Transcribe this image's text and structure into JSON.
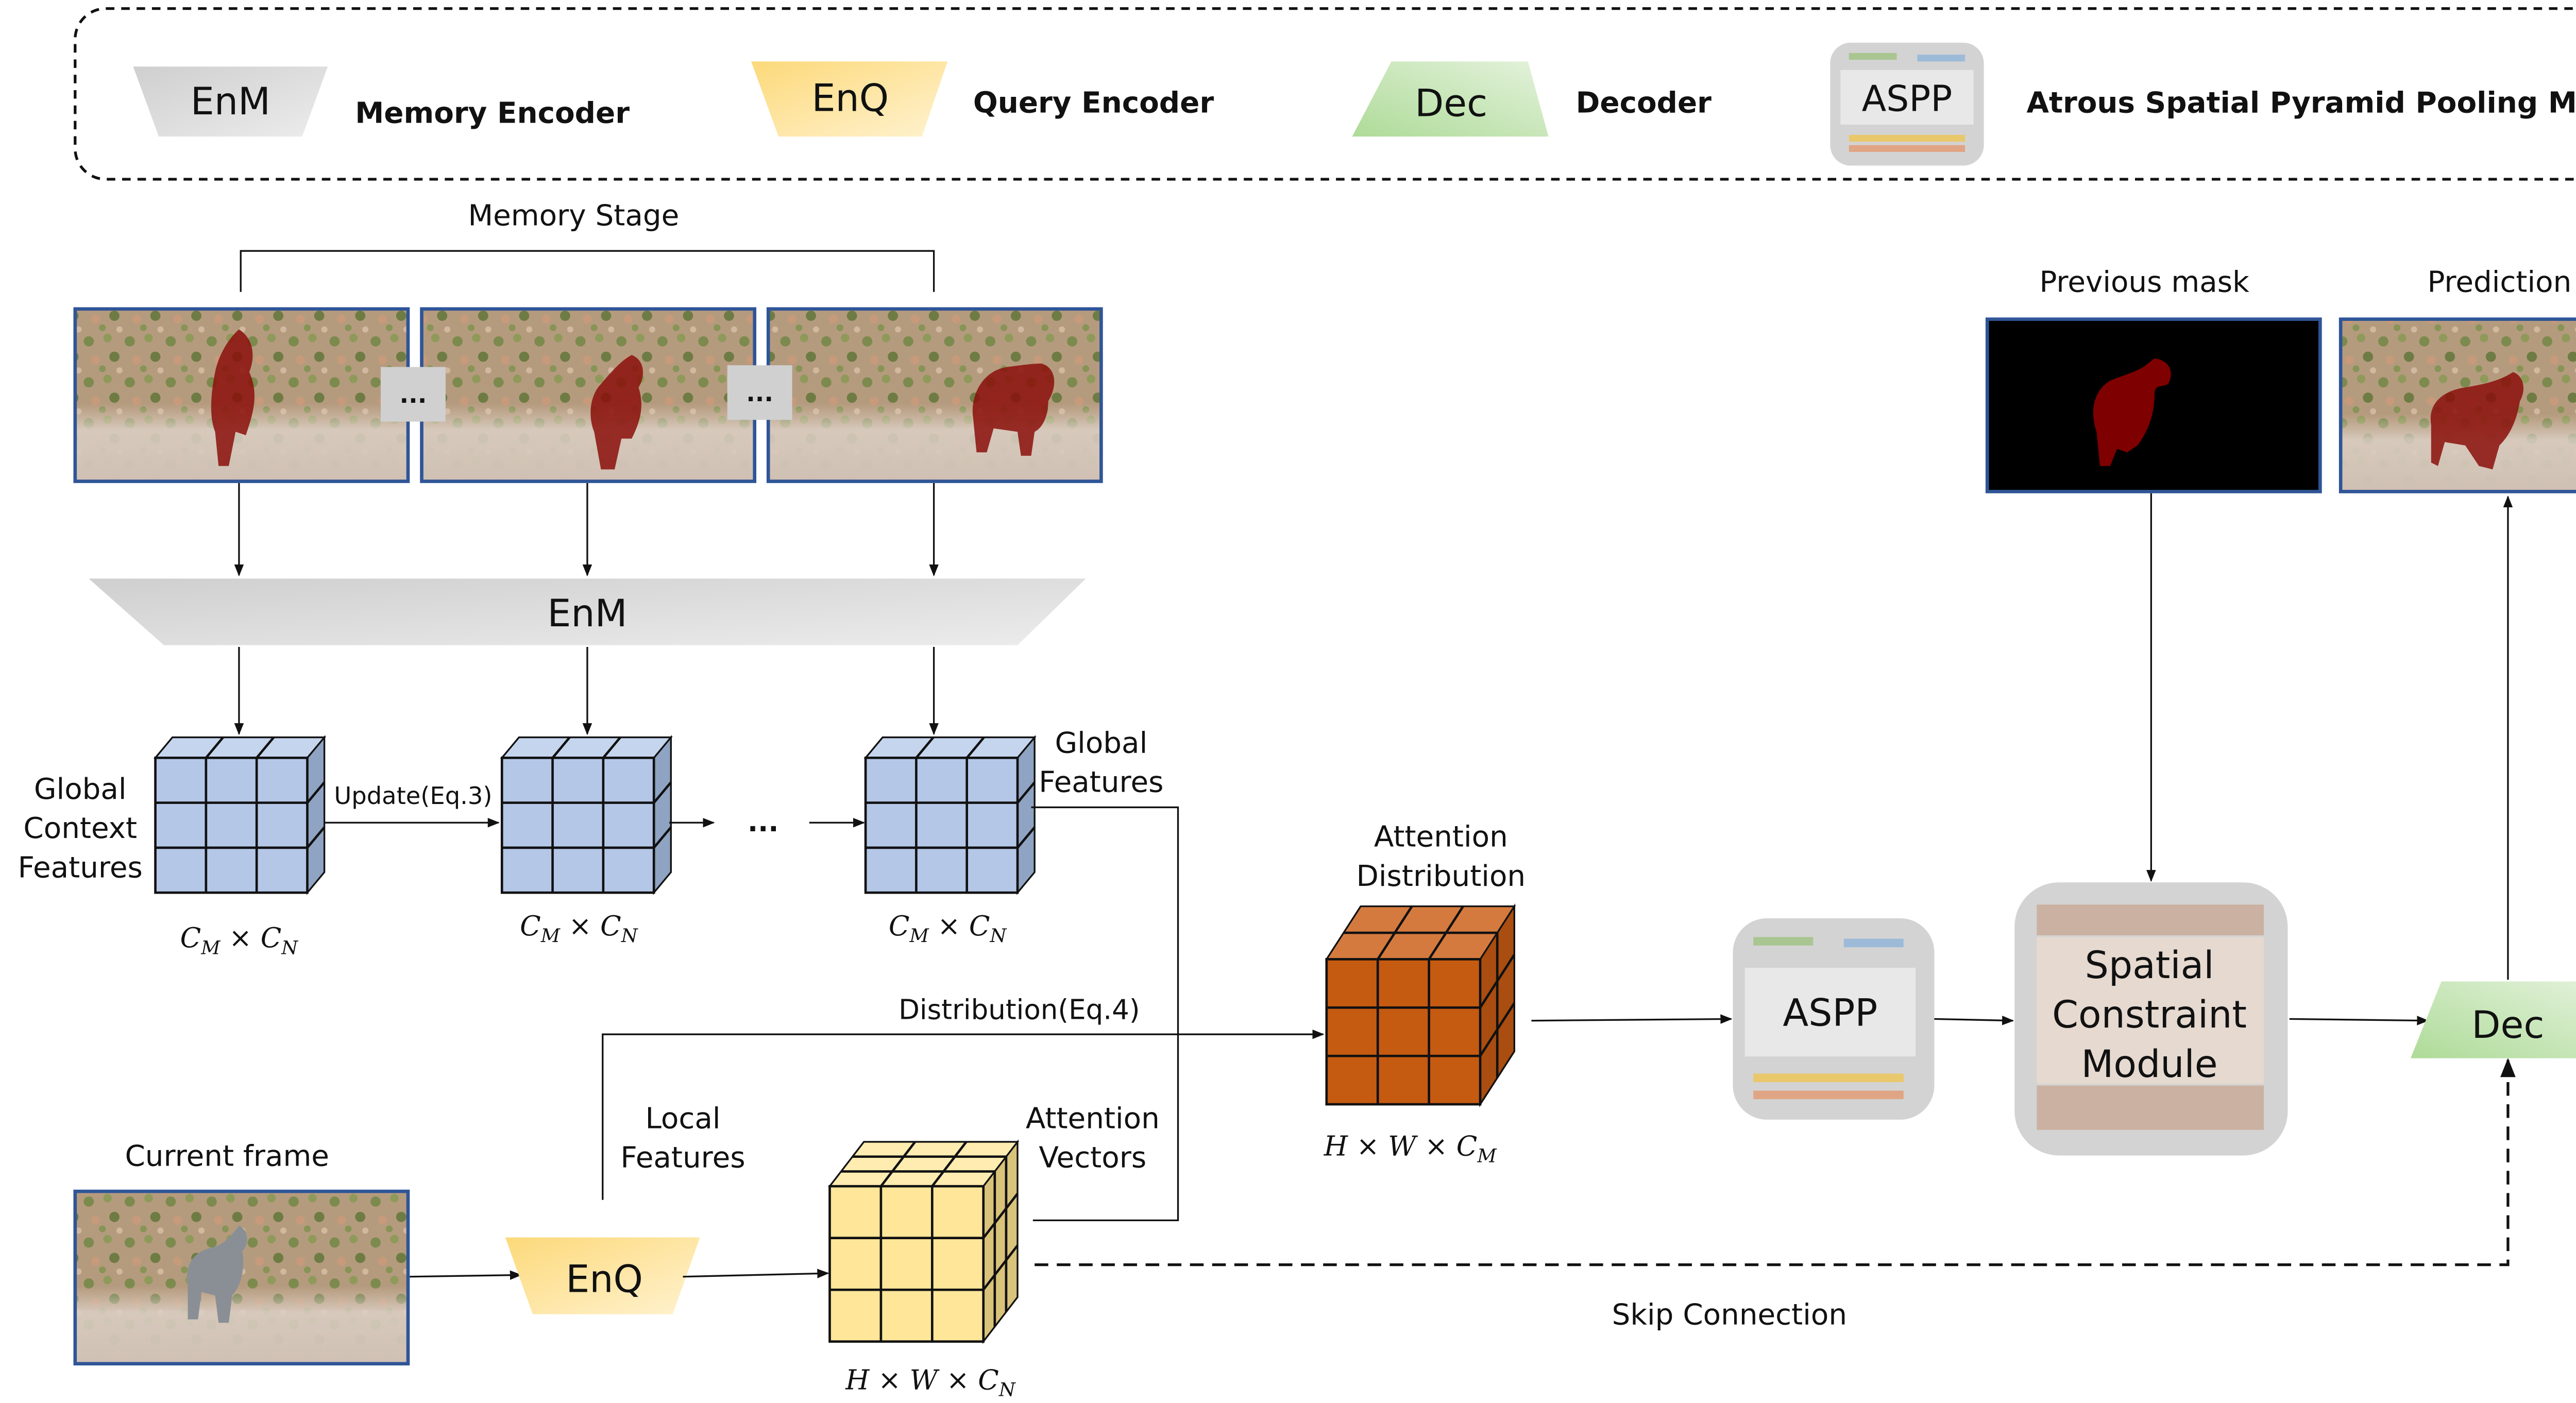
{
  "legend": {
    "items": [
      {
        "glyph": "EnM",
        "label": "Memory Encoder",
        "color": "#d4d4d4"
      },
      {
        "glyph": "EnQ",
        "label": "Query Encoder",
        "color": "#fde08a"
      },
      {
        "glyph": "Dec",
        "label": "Decoder",
        "color": "#b5dca2"
      },
      {
        "glyph": "ASPP",
        "label": "Atrous Spatial Pyramid Pooling Module",
        "color": "#d3d3d3"
      }
    ]
  },
  "memory_stage": {
    "title": "Memory Stage",
    "ellipsis": "...",
    "encoder_label": "EnM",
    "global_context_label_1": "Global",
    "global_context_label_2": "Context",
    "global_context_label_3": "Features",
    "update_label": "Update(Eq.3)",
    "chain_ellipsis": "...",
    "global_features_label_1": "Global",
    "global_features_label_2": "Features",
    "dim_labels": [
      "C_M × C_N",
      "C_M × C_N",
      "C_M × C_N"
    ],
    "dim_main": "C",
    "dim_sub_m": "M",
    "dim_times": " × ",
    "dim_sub_n": "N"
  },
  "query_stage": {
    "current_frame_label": "Current frame",
    "encoder_label": "EnQ",
    "local_features_label_1": "Local",
    "local_features_label_2": "Features",
    "attention_vectors_label_1": "Attention",
    "attention_vectors_label_2": "Vectors",
    "distribution_label": "Distribution(Eq.4)",
    "query_dim": {
      "a": "H",
      "b": "W",
      "c": "C",
      "sub": "N",
      "times": "×"
    }
  },
  "attention": {
    "label_1": "Attention",
    "label_2": "Distribution",
    "dim": {
      "a": "H",
      "b": "W",
      "c": "C",
      "sub": "M",
      "times": "×"
    }
  },
  "aspp": {
    "label": "ASPP"
  },
  "spatial_constraint": {
    "line1": "Spatial",
    "line2": "Constraint",
    "line3": "Module"
  },
  "decoder": {
    "label": "Dec"
  },
  "previous_mask": {
    "label": "Previous mask"
  },
  "prediction": {
    "label": "Prediction"
  },
  "skip_connection": {
    "label": "Skip Connection"
  },
  "colors": {
    "memory_cube": "#b4c7e7",
    "memory_cube_top": "#c5d5ee",
    "memory_cube_side": "#8fa3c3",
    "query_cube": "#ffe699",
    "query_cube_top": "#ffecb0",
    "query_cube_side": "#d9c27a",
    "attention_cube": "#c55a11",
    "attention_cube_top": "#d47a3e",
    "attention_back": "#44546a",
    "frame_border": "#2f5597",
    "mask_color": "#7f0000",
    "aspp_outer": "#d3d3d3",
    "aspp_inner": "#e8e8e8",
    "aspp_green": "#a9c591",
    "aspp_blue": "#9dbbd9",
    "aspp_yellow": "#e9c86b",
    "aspp_orange": "#e0a584",
    "scm_outer": "#d3d3d3",
    "scm_band": "#cbb1a1",
    "scm_inner": "#e5d9d0"
  }
}
